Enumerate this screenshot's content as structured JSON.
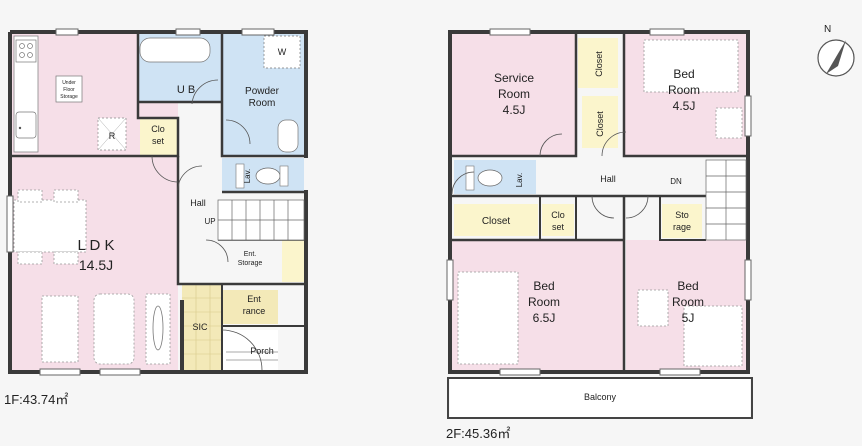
{
  "floor1": {
    "area_label": "1F:43.74㎡",
    "rooms": {
      "ldk": "L D K",
      "ldk_size": "14.5J",
      "ub": "U B",
      "powder_room": [
        "Powder",
        "Room"
      ],
      "closet": [
        "Clo",
        "set"
      ],
      "lav": "Lav.",
      "hall": "Hall",
      "up": "UP",
      "ent_storage": [
        "Ent.",
        "Storage"
      ],
      "entrance": [
        "Ent",
        "rance"
      ],
      "sic": "SIC",
      "porch": "Porch",
      "under_floor_storage": [
        "Under",
        "Floor",
        "Storage"
      ],
      "fridge_mark": "R",
      "washer_mark": "W"
    }
  },
  "floor2": {
    "area_label": "2F:45.36㎡",
    "rooms": {
      "service_room": [
        "Service",
        "Room",
        "4.5J"
      ],
      "bed_ne": [
        "Bed",
        "Room",
        "4.5J"
      ],
      "closet_upper_left": "Closet",
      "closet_upper_right": "Closet",
      "lav": "Lav.",
      "hall": "Hall",
      "dn": "DN",
      "closet_wide": "Closet",
      "closet_small": [
        "Clo",
        "set"
      ],
      "storage": [
        "Sto",
        "rage"
      ],
      "bed_sw": [
        "Bed",
        "Room",
        "6.5J"
      ],
      "bed_se": [
        "Bed",
        "Room",
        "5J"
      ],
      "balcony": "Balcony"
    }
  },
  "compass": {
    "north_label": "N"
  },
  "colors": {
    "room_pink": "#f6dfe8",
    "wet_blue": "#cfe3f4",
    "closet_yellow": "#fbf5cc",
    "wall": "#3a3a3a",
    "tile": "#f3e9b8"
  }
}
